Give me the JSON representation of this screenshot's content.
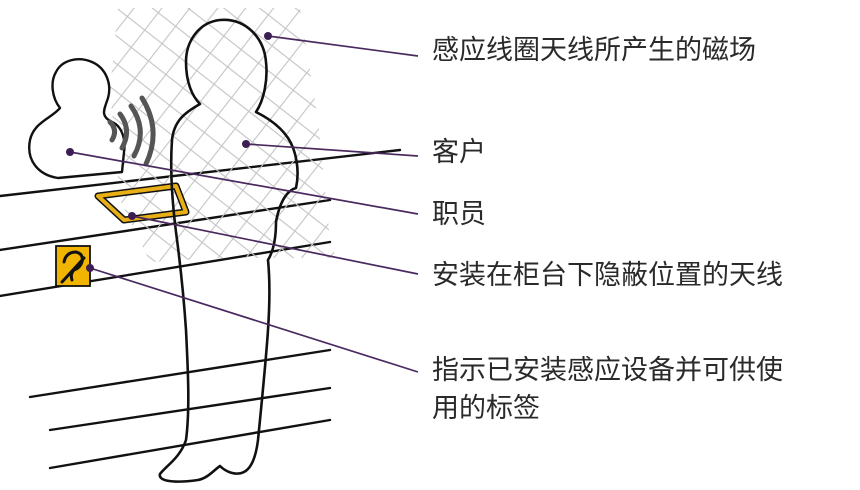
{
  "labels": {
    "magnetic_field": "感应线圈天线所产生的磁场",
    "customer": "客户",
    "staff": "职员",
    "antenna": "安装在柜台下隐蔽位置的天线",
    "sign_line1": "指示已安装感应设备并可供使",
    "sign_line2": "用的标签"
  },
  "colors": {
    "leader_line": "#4a2a5e",
    "dot": "#3c1f52",
    "outline": "#111111",
    "mesh": "#c9c9c9",
    "antenna_loop": "#e8b016",
    "sign_fill": "#f1b400"
  },
  "icons": {
    "sign_symbol": "hearing-loop-ear-icon",
    "sound_waves": "sound-waves-icon"
  }
}
